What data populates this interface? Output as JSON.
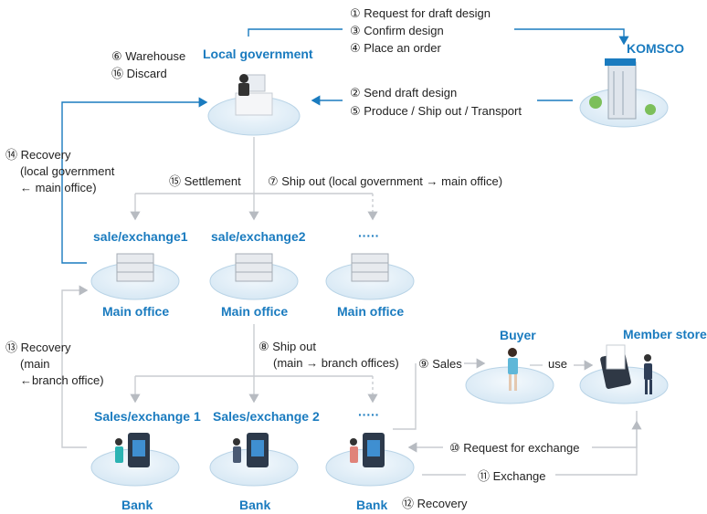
{
  "nodes": {
    "local_government": "Local government",
    "komsco": "KOMSCO",
    "main_office": "Main office",
    "bank": "Bank",
    "buyer": "Buyer",
    "member_store": "Member store",
    "sale_exchange1": "sale/exchange1",
    "sale_exchange2": "sale/exchange2",
    "sales_exchange_1": "Sales/exchange 1",
    "sales_exchange_2": "Sales/exchange 2",
    "dots": "·····"
  },
  "steps": {
    "s1": "① Request for draft design",
    "s3": "③ Confirm design",
    "s4": "④ Place an order",
    "s2": "② Send draft design",
    "s5": "⑤ Produce / Ship out / Transport",
    "s6": "⑥ Warehouse",
    "s16": "⑯ Discard",
    "s14_line1": "⑭ Recovery",
    "s14_line2": "(local government",
    "s14_line3": "← main office)",
    "s15": "⑮ Settlement",
    "s7": "⑦ Ship out (local government → main office)",
    "s8_line1": "⑧ Ship out",
    "s8_line2": "(main → branch offices)",
    "s13_line1": "⑬ Recovery",
    "s13_line2": "(main",
    "s13_line3": "←branch office)",
    "s9": "⑨ Sales",
    "use": "use",
    "s10": "⑩ Request for exchange",
    "s11": "⑪ Exchange",
    "s12": "⑫ Recovery"
  },
  "colors": {
    "accent": "#1a7bbf",
    "line": "#c9ccd1",
    "platform": "#e3eef6",
    "platform_edge": "#b8d3e6"
  }
}
